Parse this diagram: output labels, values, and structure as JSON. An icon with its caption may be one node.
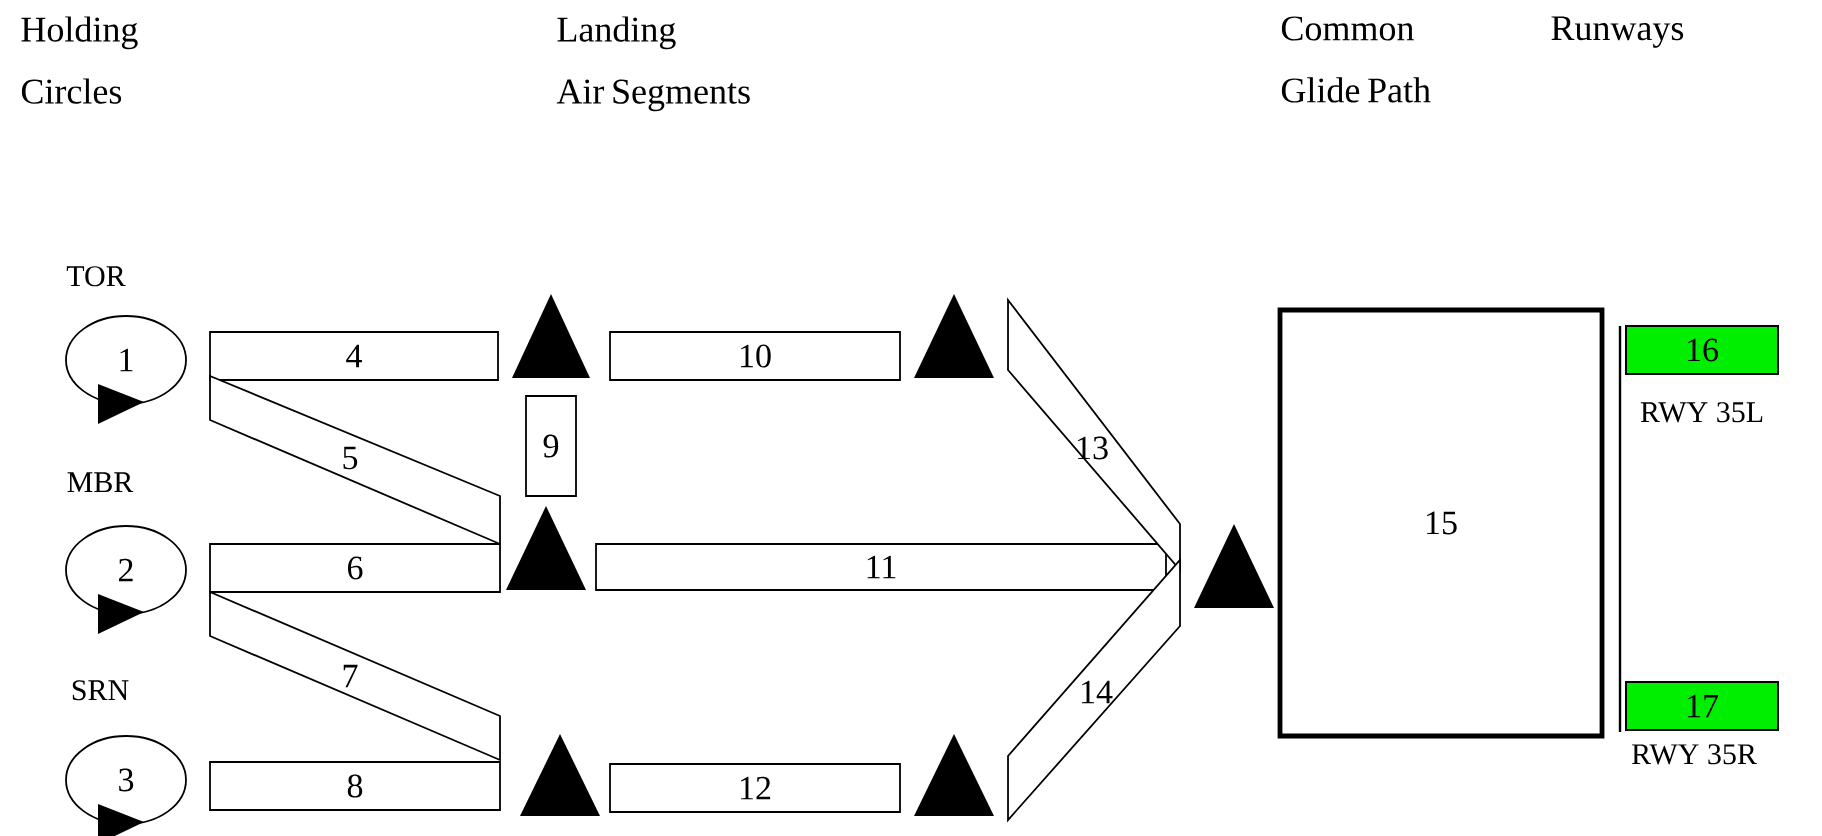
{
  "diagram": {
    "nodes": [
      {
        "text": [
          "1"
        ],
        "beside": [
          "TOR"
        ]
      },
      {
        "text": [
          "2"
        ],
        "beside": [
          "MBR"
        ]
      },
      {
        "text": [
          "3"
        ],
        "beside": [
          "SRN"
        ]
      },
      {
        "text": [
          "4"
        ]
      },
      {
        "text": [
          "5"
        ]
      },
      {
        "text": [
          "6"
        ]
      },
      {
        "text": [
          "7"
        ]
      },
      {
        "text": [
          "8"
        ]
      },
      {
        "text": [
          "9"
        ]
      },
      {
        "text": [
          "10"
        ]
      },
      {
        "text": [
          "11"
        ]
      },
      {
        "text": [
          "12"
        ]
      },
      {
        "text": [
          "13"
        ]
      },
      {
        "text": [
          "14"
        ]
      },
      {
        "text": [
          "15"
        ]
      },
      {
        "text": [
          "16"
        ],
        "beside": [
          "RWY 35L"
        ]
      },
      {
        "text": [
          "17"
        ],
        "beside": [
          "RWY 35R"
        ]
      },
      {
        "text": [],
        "shape": "triangle"
      },
      {
        "text": [],
        "shape": "triangle"
      },
      {
        "text": [],
        "shape": "triangle"
      },
      {
        "text": [],
        "shape": "triangle"
      },
      {
        "text": [],
        "shape": "triangle"
      },
      {
        "text": [],
        "shape": "triangle"
      }
    ],
    "labels": [
      "Holding Circles",
      "Landing Air Segments",
      "Common Glide Path",
      "Runways"
    ]
  }
}
